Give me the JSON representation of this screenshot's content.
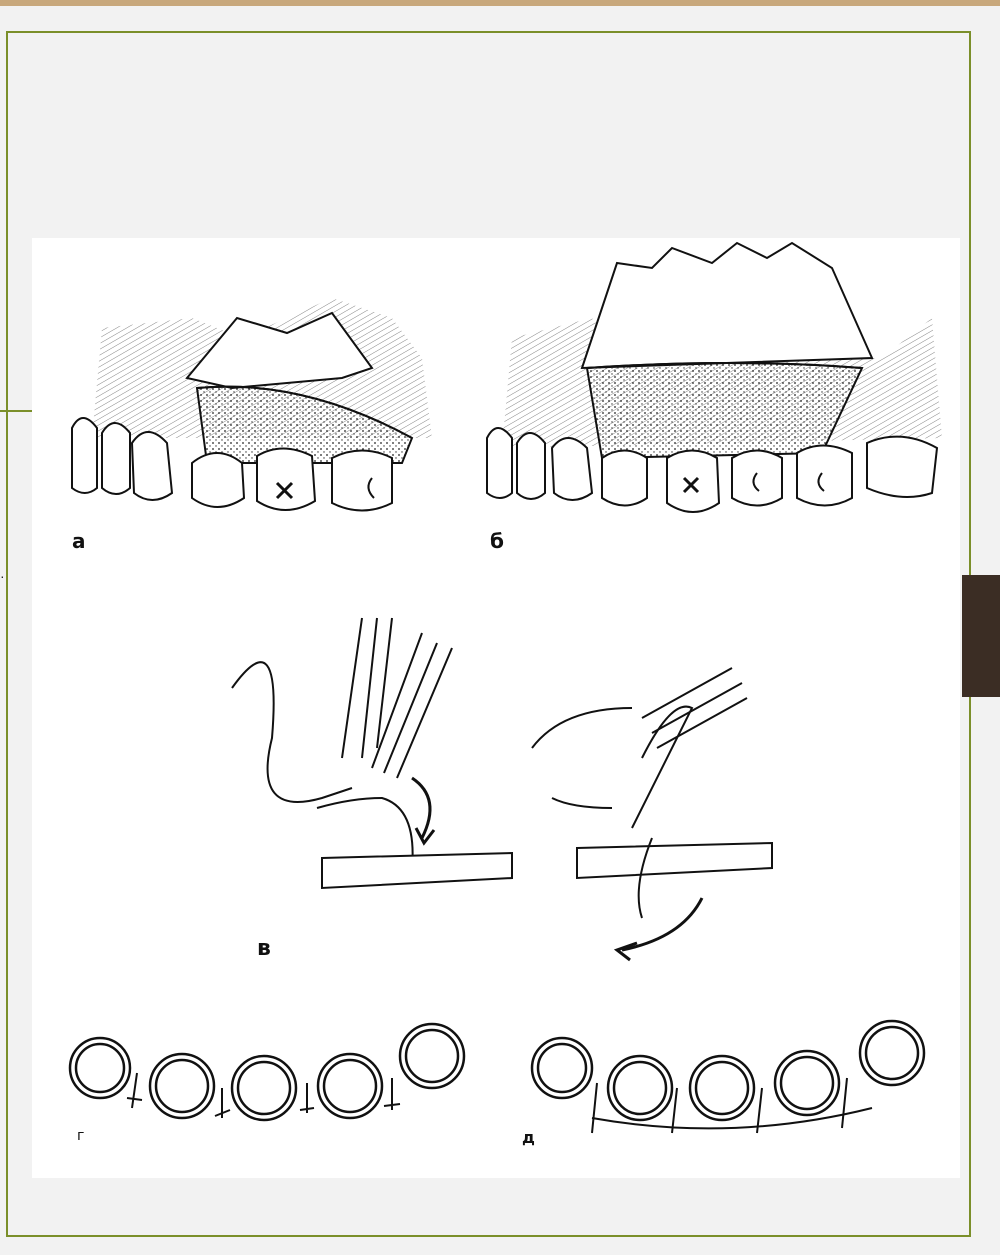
{
  "slide": {
    "colors": {
      "accent": "#7b8f2a",
      "background": "#f2f2f2",
      "tab": "#3b2d24"
    }
  },
  "figure": {
    "labels": {
      "a": "а",
      "b": "б",
      "v": "в",
      "g": "г",
      "d": "д"
    }
  }
}
